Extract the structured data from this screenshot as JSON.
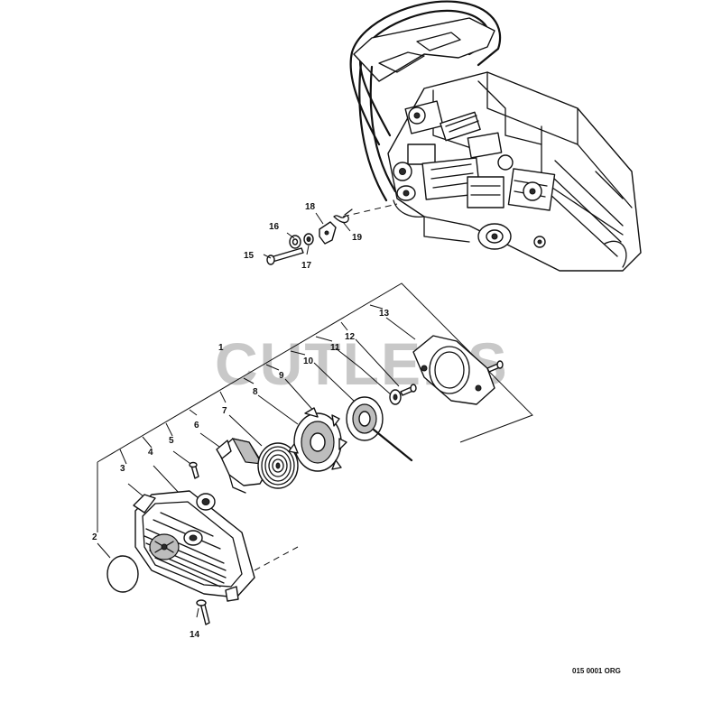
{
  "watermark": "CUTLERS",
  "diagram_code": "015 0001 ORG",
  "callouts": [
    "1",
    "2",
    "3",
    "4",
    "5",
    "6",
    "7",
    "8",
    "9",
    "10",
    "11",
    "12",
    "13",
    "14",
    "15",
    "16",
    "17",
    "18",
    "19"
  ]
}
